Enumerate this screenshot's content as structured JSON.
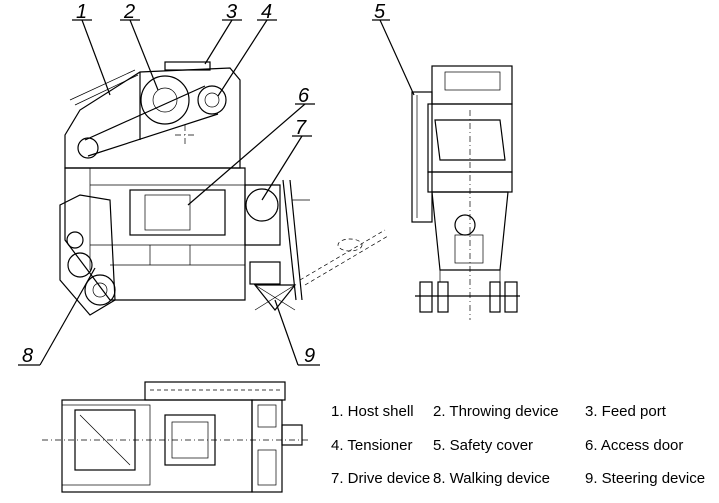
{
  "callouts": [
    "1",
    "2",
    "3",
    "4",
    "5",
    "6",
    "7",
    "8",
    "9"
  ],
  "legend": [
    "1. Host shell",
    "2. Throwing device",
    "3. Feed port",
    "4. Tensioner",
    "5. Safety cover",
    "6. Access door",
    "7. Drive device",
    "8. Walking device",
    "9. Steering device"
  ],
  "colors": {
    "line": "#000000",
    "background": "#ffffff"
  }
}
